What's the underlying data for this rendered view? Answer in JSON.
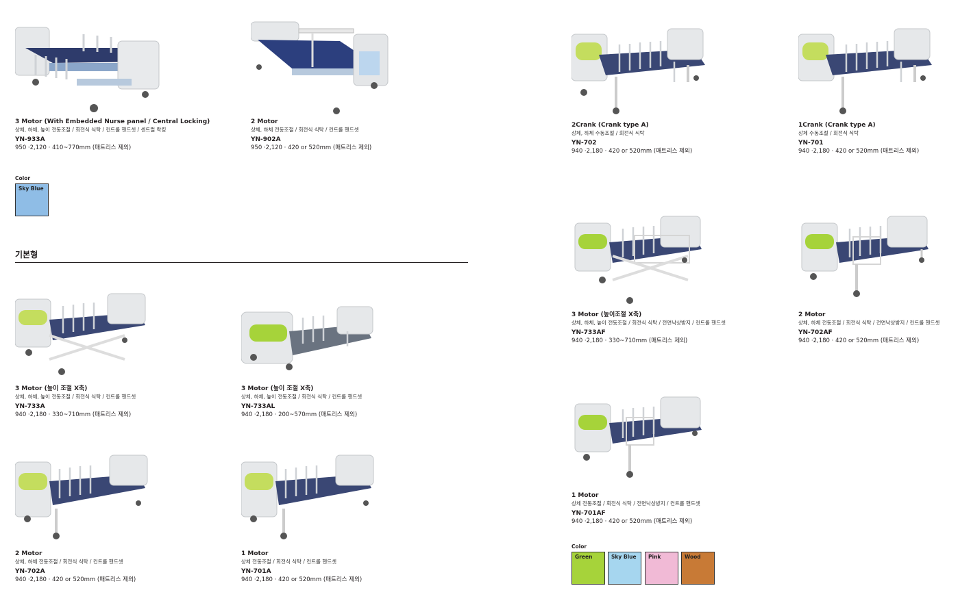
{
  "section_title": "기본형",
  "colors_top": {
    "label": "Color",
    "swatches": [
      {
        "name": "Sky Blue",
        "color": "#8fbde6"
      }
    ]
  },
  "colors_bottom": {
    "label": "Color",
    "swatches": [
      {
        "name": "Green",
        "color": "#a6d33a"
      },
      {
        "name": "Sky Blue",
        "color": "#a6d6ef"
      },
      {
        "name": "Pink",
        "color": "#f1bad6"
      },
      {
        "name": "Wood",
        "color": "#c87a36"
      }
    ]
  },
  "products": {
    "p933a": {
      "name": "3 Motor (With Embedded Nurse panel / Central Locking)",
      "desc": "상체, 하체, 높이 전동조절 / 회전식 식탁 / 컨트롤 핸드셋 / 센트럴 락킹",
      "model": "YN-933A",
      "dims": "950 ·2,120 · 410~770mm (매트리스 제외)"
    },
    "p902a": {
      "name": "2 Motor",
      "desc": "상체, 하체 전동조절 / 회전식 식탁 / 컨트롤 핸드셋",
      "model": "YN-902A",
      "dims": "950 ·2,120 · 420 or 520mm (매트리스 제외)"
    },
    "p702": {
      "name": "2Crank (Crank type A)",
      "desc": "상체, 하체 수동조절 / 회전식 식탁",
      "model": "YN-702",
      "dims": "940 ·2,180 · 420 or 520mm (매트리스 제외)"
    },
    "p701": {
      "name": "1Crank (Crank type A)",
      "desc": "상체  수동조절 / 회전식 식탁",
      "model": "YN-701",
      "dims": "940 ·2,180 · 420 or 520mm (매트리스 제외)"
    },
    "p733af": {
      "name": "3 Motor (높이조절 X축)",
      "desc": "상체, 하체, 높이 전동조절 / 회전식 식탁 / 전면낙상방지 / 컨트롤 핸드셋",
      "model": "YN-733AF",
      "dims": "940 ·2,180 · 330~710mm (매트리스 제외)"
    },
    "p702af": {
      "name": "2 Motor",
      "desc": "상체, 하체 전동조절  / 회전식 식탁 / 전면낙상방지 / 컨트롤 핸드셋",
      "model": "YN-702AF",
      "dims": "940 ·2,180 · 420 or 520mm (매트리스 제외)"
    },
    "p701af": {
      "name": "1 Motor",
      "desc": "상체 전동조절  / 회전식 식탁 / 전면낙상방지 / 컨트롤 핸드셋",
      "model": "YN-701AF",
      "dims": "940 ·2,180 · 420 or 520mm (매트리스 제외)"
    },
    "p733a": {
      "name": "3 Motor (높이 조절 X축)",
      "desc": "상체, 하체, 높이 전동조절 / 회전식 식탁 / 컨트롤 핸드셋",
      "model": "YN-733A",
      "dims": "940 ·2,180 · 330~710mm (매트리스 제외)"
    },
    "p733al": {
      "name": "3 Motor (높이 조절 X축)",
      "desc": "상체, 하체, 높이 전동조절 / 회전식 식탁 / 컨트롤 핸드셋",
      "model": "YN-733AL",
      "dims": "940 ·2,180 · 200~570mm (매트리스 제외)"
    },
    "p702a": {
      "name": "2 Motor",
      "desc": "상체, 하체 전동조절 / 회전식 식탁 / 컨트롤 핸드셋",
      "model": "YN-702A",
      "dims": "940 ·2,180 · 420 or 520mm (매트리스 제외)"
    },
    "p701a": {
      "name": "1 Motor",
      "desc": "상체 전동조절 / 회전식 식탁 / 컨트롤 핸드셋",
      "model": "YN-701A",
      "dims": "940 ·2,180 · 420 or 520mm (매트리스 제외)"
    }
  }
}
